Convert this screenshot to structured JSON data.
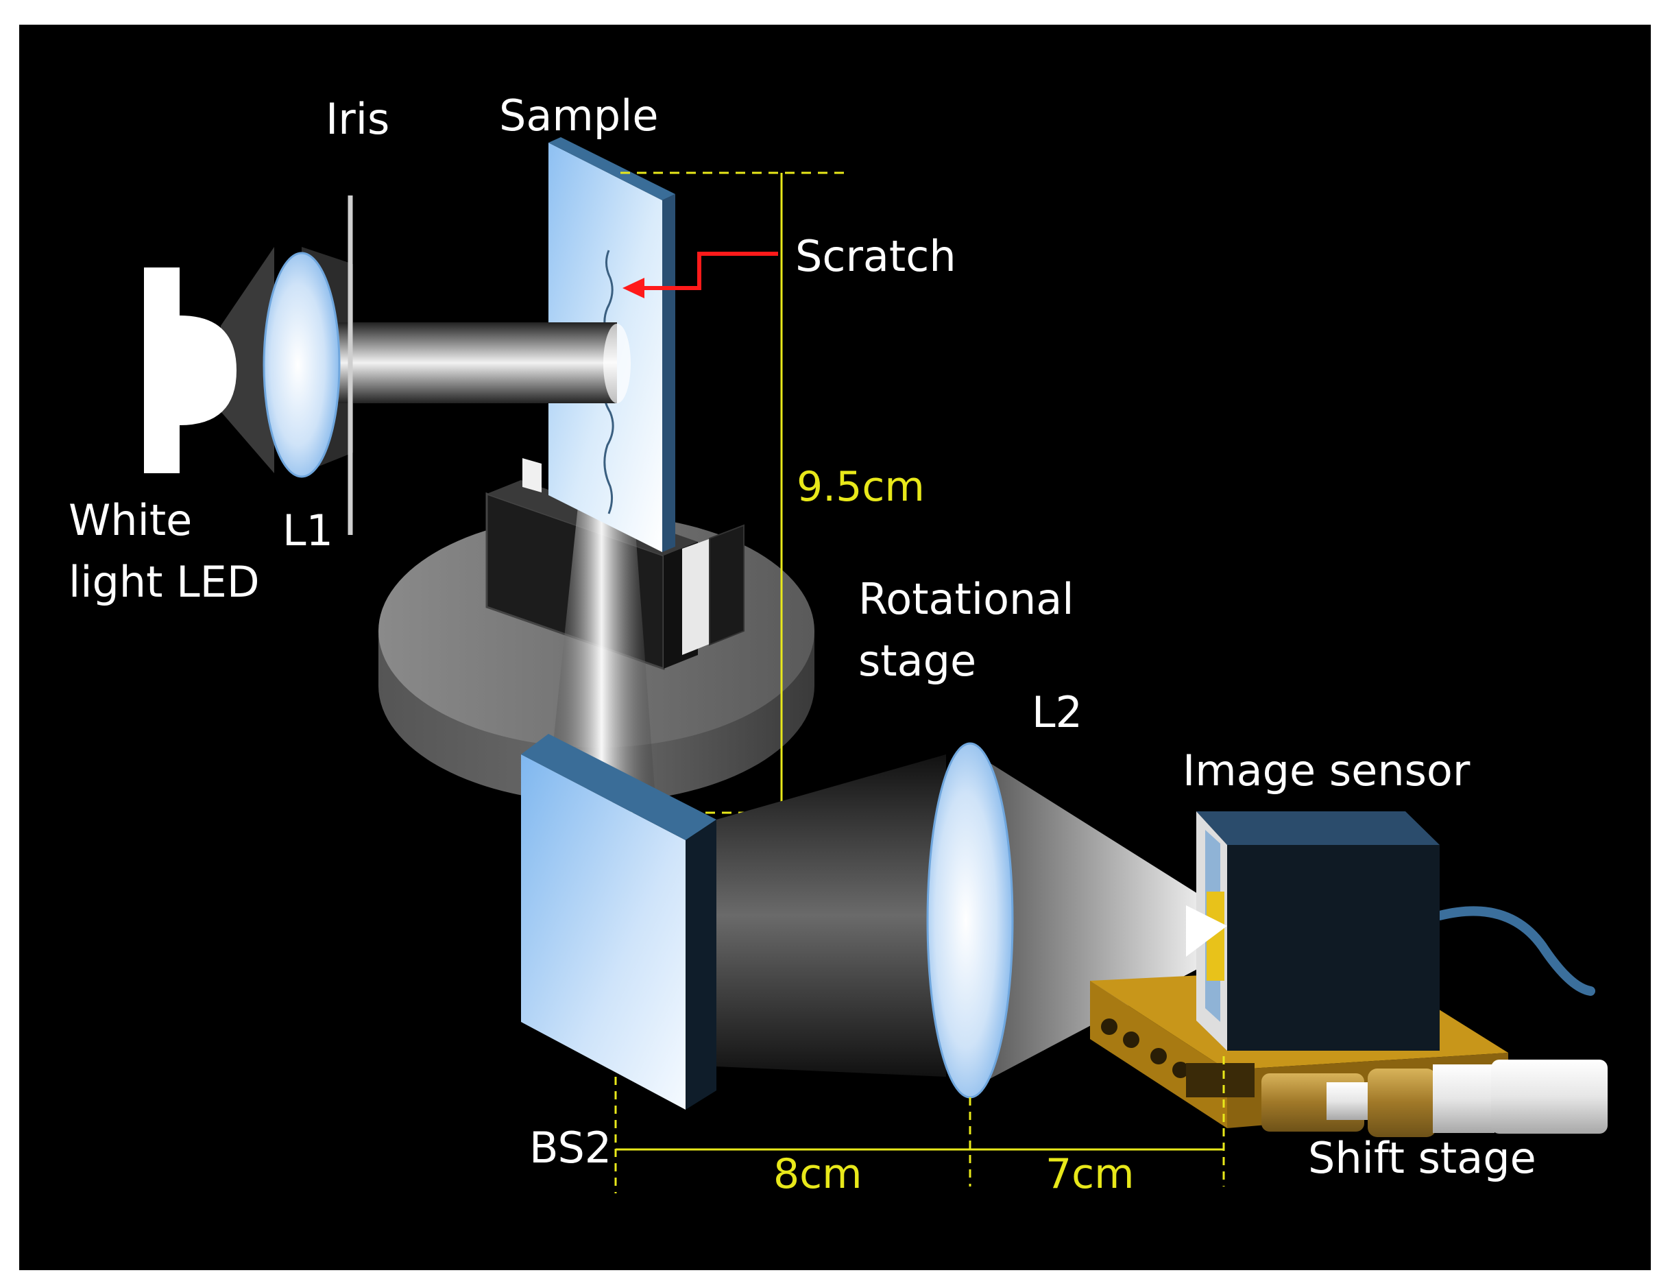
{
  "labels": {
    "iris": "Iris",
    "sample": "Sample",
    "scratch": "Scratch",
    "led_line1": "White",
    "led_line2": "light LED",
    "l1": "L1",
    "rotational_line1": "Rotational",
    "rotational_line2": "stage",
    "l2": "L2",
    "image_sensor": "Image sensor",
    "bs2": "BS2",
    "shift_stage": "Shift stage"
  },
  "dimensions": {
    "height": "9.5cm",
    "bs2_to_l2": "8cm",
    "l2_to_sensor": "7cm"
  },
  "colors": {
    "background": "#000000",
    "label": "#ffffff",
    "dimension": "#e8e81a",
    "scratch_arrow": "#ff1a1a",
    "optic_edge": "#2f5f86",
    "stage_gold": "#c8961a",
    "cable": "#3b6f9c"
  }
}
